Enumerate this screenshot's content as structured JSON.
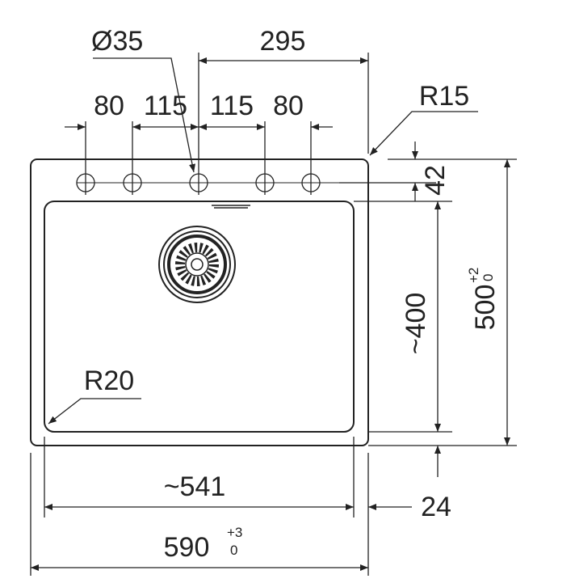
{
  "colors": {
    "ink": "#222222",
    "paper": "#ffffff"
  },
  "labels": {
    "hole_diameter": "Ø35",
    "hole_span": "295",
    "spacing_left_outer": "80",
    "spacing_left_inner": "115",
    "spacing_right_inner": "115",
    "spacing_right_outer": "80",
    "corner_radius_outer": "R15",
    "corner_radius_inner": "R20",
    "ledge_depth": "42",
    "bowl_depth": "~400",
    "total_depth": "500",
    "total_depth_tol_upper": "+2",
    "total_depth_tol_lower": "0",
    "bowl_width": "~541",
    "front_margin": "24",
    "total_width": "590",
    "total_width_tol_upper": "+3",
    "total_width_tol_lower": "0"
  }
}
